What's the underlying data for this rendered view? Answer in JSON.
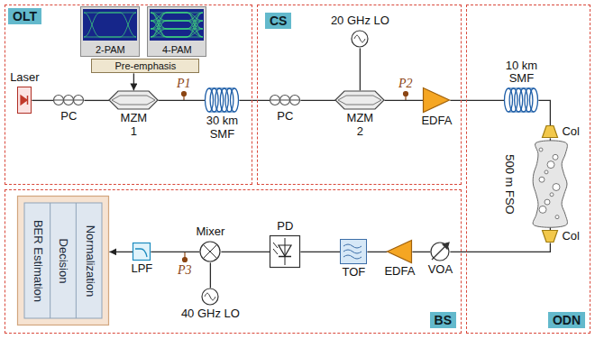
{
  "diagram": {
    "nodes": [
      {
        "text": [
          "OLT"
        ]
      },
      {
        "text": [
          "2-PAM"
        ],
        "in": 0
      },
      {
        "text": [
          "4-PAM"
        ],
        "in": 0
      },
      {
        "text": [
          "Pre-emphasis"
        ],
        "in": 0
      },
      {
        "text": [
          "Laser"
        ],
        "in": 0
      },
      {
        "text": [
          "PC"
        ],
        "in": 0
      },
      {
        "text": [
          "MZM 1"
        ],
        "in": 0
      },
      {
        "text": [
          "30 km SMF"
        ],
        "in": 0
      },
      {
        "text": [
          "CS"
        ]
      },
      {
        "text": [
          "20 GHz LO"
        ],
        "in": 8
      },
      {
        "text": [
          "PC"
        ],
        "in": 8
      },
      {
        "text": [
          "MZM 2"
        ],
        "in": 8
      },
      {
        "text": [
          "EDFA"
        ],
        "in": 8
      },
      {
        "text": [
          "ODN"
        ]
      },
      {
        "text": [
          "10 km SMF"
        ],
        "in": 13
      },
      {
        "text": [
          "Col"
        ],
        "in": 13
      },
      {
        "text": [
          "500 m FSO"
        ],
        "in": 13
      },
      {
        "text": [
          "Col"
        ],
        "in": 13
      },
      {
        "text": [
          "BS"
        ]
      },
      {
        "text": [
          "VOA"
        ],
        "in": 18
      },
      {
        "text": [
          "EDFA"
        ],
        "in": 18
      },
      {
        "text": [
          "TOF"
        ],
        "in": 18
      },
      {
        "text": [
          "PD"
        ],
        "in": 18
      },
      {
        "text": [
          "Mixer"
        ],
        "in": 18
      },
      {
        "text": [
          "40 GHz LO"
        ],
        "in": 18
      },
      {
        "text": [
          "LPF"
        ],
        "in": 18
      },
      {
        "text": [
          "Normalization",
          "Decision",
          "BER Estimation"
        ],
        "in": 18
      }
    ],
    "edges": [
      {
        "from": 3,
        "to": 6,
        "arrow": "to"
      },
      {
        "from": 4,
        "to": 5,
        "arrow": "none"
      },
      {
        "from": 5,
        "to": 6,
        "arrow": "none"
      },
      {
        "from": 6,
        "to": 7,
        "arrow": "none"
      },
      {
        "from": 7,
        "to": 10,
        "arrow": "none"
      },
      {
        "from": 9,
        "to": 11,
        "arrow": "none"
      },
      {
        "from": 10,
        "to": 11,
        "arrow": "none"
      },
      {
        "from": 11,
        "to": 12,
        "arrow": "none"
      },
      {
        "from": 12,
        "to": 14,
        "arrow": "none"
      },
      {
        "from": 14,
        "to": 15,
        "arrow": "none"
      },
      {
        "from": 15,
        "to": 16,
        "arrow": "none"
      },
      {
        "from": 16,
        "to": 17,
        "arrow": "none"
      },
      {
        "from": 17,
        "to": 19,
        "arrow": "none"
      },
      {
        "from": 19,
        "to": 20,
        "arrow": "none"
      },
      {
        "from": 20,
        "to": 21,
        "arrow": "none"
      },
      {
        "from": 21,
        "to": 22,
        "arrow": "none"
      },
      {
        "from": 22,
        "to": 23,
        "arrow": "none"
      },
      {
        "from": 24,
        "to": 23,
        "arrow": "none"
      },
      {
        "from": 23,
        "to": 25,
        "arrow": "none"
      },
      {
        "from": 25,
        "to": 26,
        "arrow": "to"
      }
    ],
    "labels": [
      "P1",
      "P2",
      "P3"
    ]
  }
}
